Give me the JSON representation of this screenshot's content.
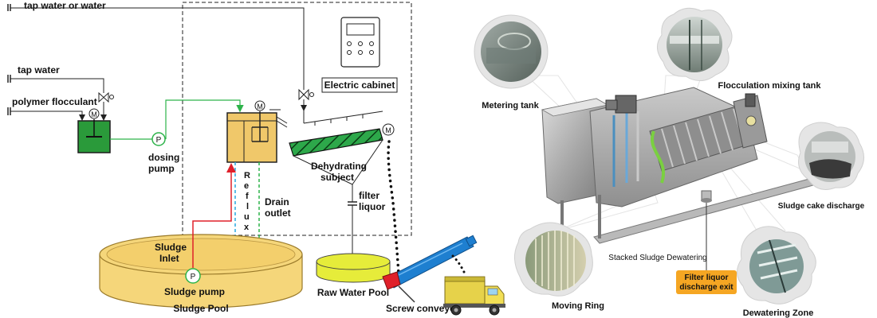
{
  "process": {
    "tap_water_or_water": "tap water or water",
    "tap_water": "tap water",
    "polymer_flocculant": "polymer flocculant",
    "dosing_pump_line1": "dosing",
    "dosing_pump_line2": "pump",
    "electric_cabinet": "Electric cabinet",
    "reflux_letters": [
      "R",
      "e",
      "f",
      "l",
      "u",
      "x"
    ],
    "drain_outlet_line1": "Drain",
    "drain_outlet_line2": "outlet",
    "dehydrating_line1": "Dehydrating",
    "dehydrating_line2": "subject",
    "filter_liquor_line1": "filter",
    "filter_liquor_line2": "liquor",
    "sludge_inlet_line1": "Sludge",
    "sludge_inlet_line2": "Inlet",
    "sludge_pump": "Sludge pump",
    "sludge_pool": "Sludge Pool",
    "raw_water_pool": "Raw Water Pool",
    "screw_conveyor": "Screw conveyor",
    "motor_symbol": "M",
    "pump_symbol": "P"
  },
  "machine": {
    "metering_tank": "Metering tank",
    "flocculation_mixing_tank": "Flocculation mixing tank",
    "sludge_cake_discharge": "Sludge cake discharge",
    "stacked_sludge_dewatering": "Stacked Sludge Dewatering",
    "filter_liquor_exit_line1": "Filter liquor",
    "filter_liquor_exit_line2": "discharge exit",
    "moving_ring": "Moving Ring",
    "dewatering_zone": "Dewatering Zone"
  },
  "colors": {
    "green_line": "#2db34a",
    "red_line": "#e0202a",
    "blue_dash": "#29a8e0",
    "pool_yellow": "#f5d67a",
    "tank_orange": "#f0c86a",
    "flocculant_green": "#2a9a3a",
    "raw_water_yellow": "#e6ec3a",
    "badge_orange": "#f5a623"
  }
}
